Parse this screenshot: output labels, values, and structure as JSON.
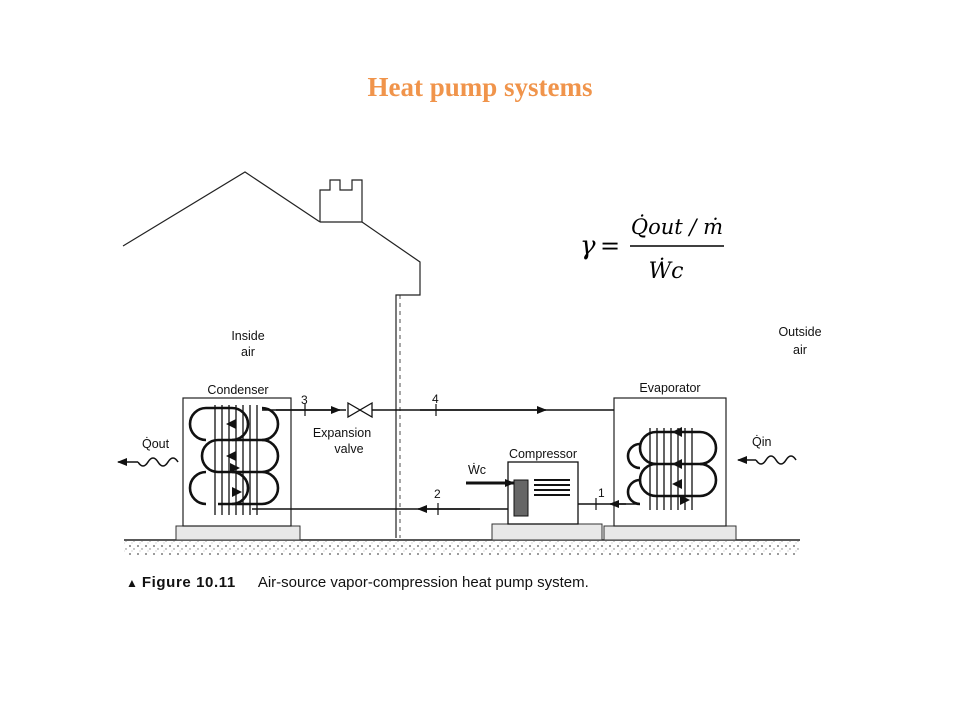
{
  "title": "Heat pump systems",
  "colors": {
    "title": "#f0944b",
    "ink": "#111111"
  },
  "equation": {
    "lhs": "γ",
    "equals": "=",
    "numerator": "Q̇out / ṁ",
    "denominator": "Ẇc"
  },
  "labels": {
    "inside_air": [
      "Inside",
      "air"
    ],
    "outside_air": [
      "Outside",
      "air"
    ],
    "condenser": "Condenser",
    "evaporator": "Evaporator",
    "compressor": "Compressor",
    "expansion_valve": [
      "Expansion",
      "valve"
    ],
    "q_out": "Q̇out",
    "q_in": "Q̇in",
    "w_c": "Ẇc",
    "state_1": "1",
    "state_2": "2",
    "state_3": "3",
    "state_4": "4"
  },
  "caption": {
    "marker": "▲",
    "figure": "Figure 10.11",
    "text": "Air-source vapor-compression heat pump system."
  }
}
